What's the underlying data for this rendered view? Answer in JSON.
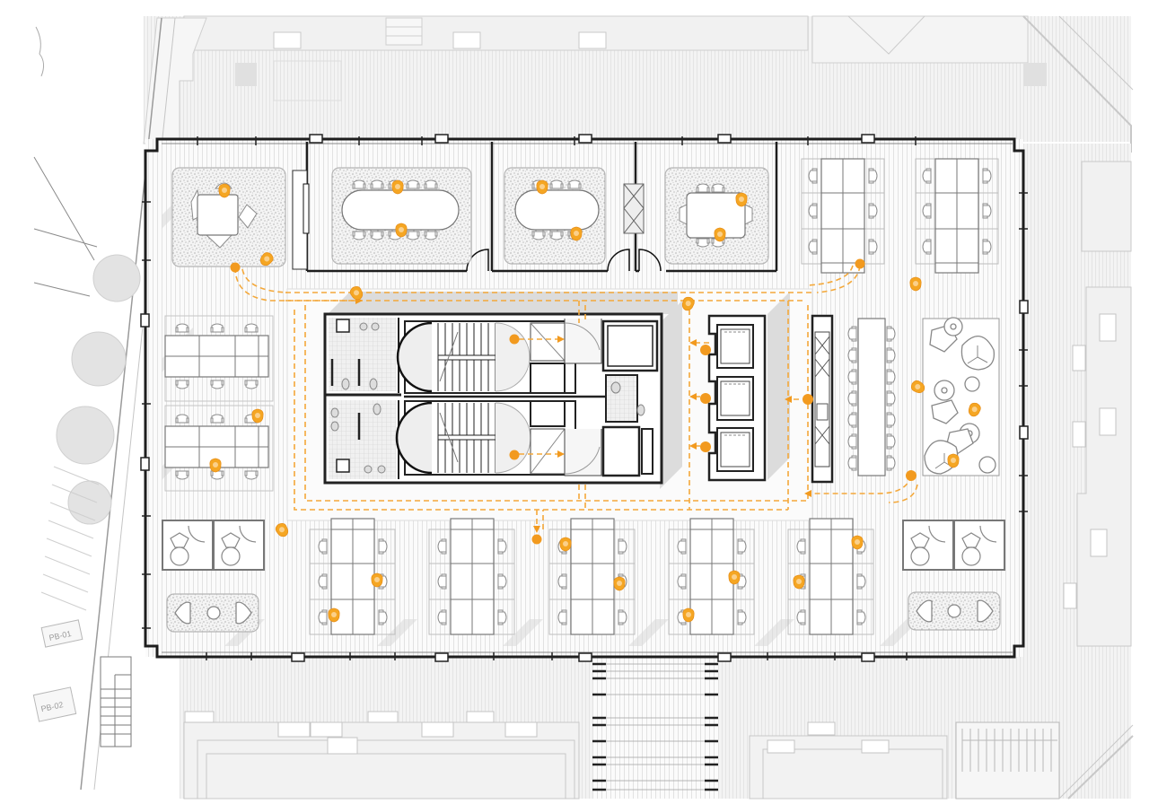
{
  "drawing": {
    "type": "architectural-floor-plan",
    "subject": "office floor plan with circulation flows",
    "accent_color": "#f29a1f",
    "wall_color": "#1e1e1e",
    "line_color": "#8a8a8a",
    "floor_hatch_color": "#e6e6e6"
  },
  "labels": {
    "tag_1": "PB-01",
    "tag_2": "PB-02"
  },
  "rooms": [
    {
      "id": "meeting-room-1",
      "type": "meeting room",
      "table": "square",
      "seats": 4
    },
    {
      "id": "meeting-room-2",
      "type": "meeting room",
      "table": "oval",
      "seats": 10
    },
    {
      "id": "meeting-room-3",
      "type": "meeting room",
      "table": "oval",
      "seats": 6
    },
    {
      "id": "meeting-room-4",
      "type": "meeting room",
      "table": "square",
      "seats": 4
    },
    {
      "id": "core",
      "type": "service core",
      "contains": [
        "restrooms",
        "2 stairwells",
        "3 elevators",
        "accessible restroom",
        "shafts"
      ]
    },
    {
      "id": "lounge",
      "type": "lounge",
      "seating": "lounge chairs and side tables"
    },
    {
      "id": "phone-booths-west",
      "type": "phone booth",
      "count": 2
    },
    {
      "id": "phone-booths-east",
      "type": "phone booth",
      "count": 2
    }
  ],
  "workstations": {
    "north_east_clusters": 2,
    "west_clusters": 2,
    "south_clusters": 5,
    "desks_per_south_cluster": 6
  },
  "elevators": {
    "count": 3
  },
  "stairs": {
    "count": 2
  },
  "people_figures": 22
}
